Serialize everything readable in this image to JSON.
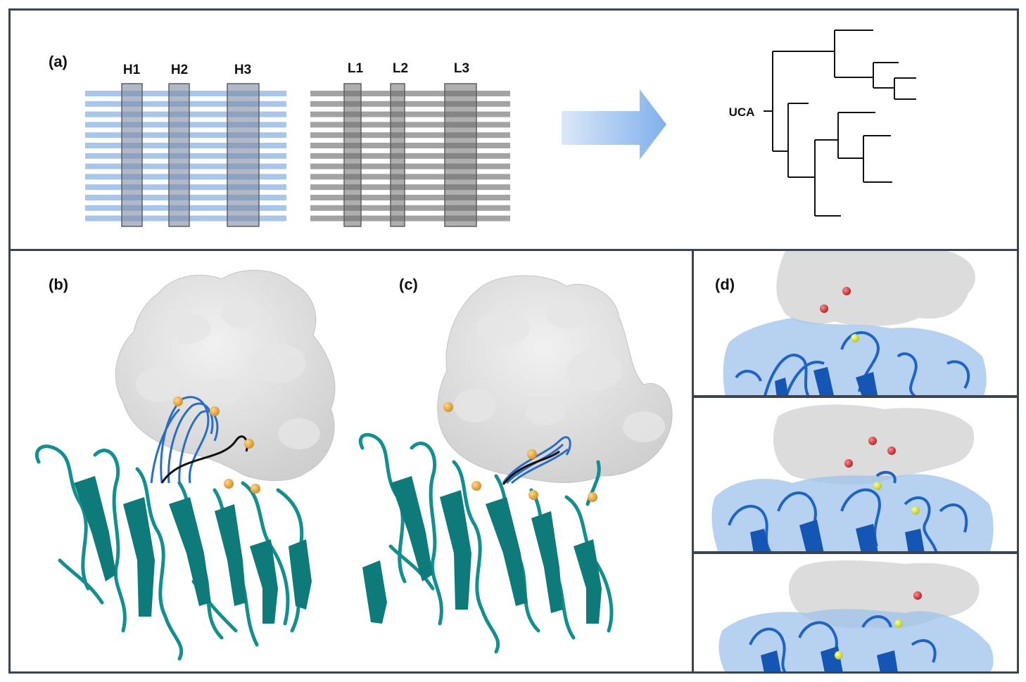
{
  "panels": {
    "a": {
      "label": "(a)",
      "heavy_labels": [
        "H1",
        "H2",
        "H3"
      ],
      "light_labels": [
        "L1",
        "L2",
        "L3"
      ],
      "tree_root_label": "UCA",
      "colors": {
        "heavy_bars": "#a9c6ea",
        "light_bars": "#a3a3a3",
        "cdr_box": "#7a7a7a",
        "arrow": "#7fb0ec"
      }
    },
    "b": {
      "label": "(b)"
    },
    "c": {
      "label": "(c)"
    },
    "d": {
      "label": "(d)"
    }
  },
  "colors": {
    "frame": "#3a4452",
    "surface": "#d9d9d9",
    "cartoon_teal": "#138f8f",
    "loop_blue": "#2a6cc9",
    "atom_orange": "#e6a23c",
    "atom_red": "#c8282c",
    "atom_yellow": "#d6e83a"
  }
}
